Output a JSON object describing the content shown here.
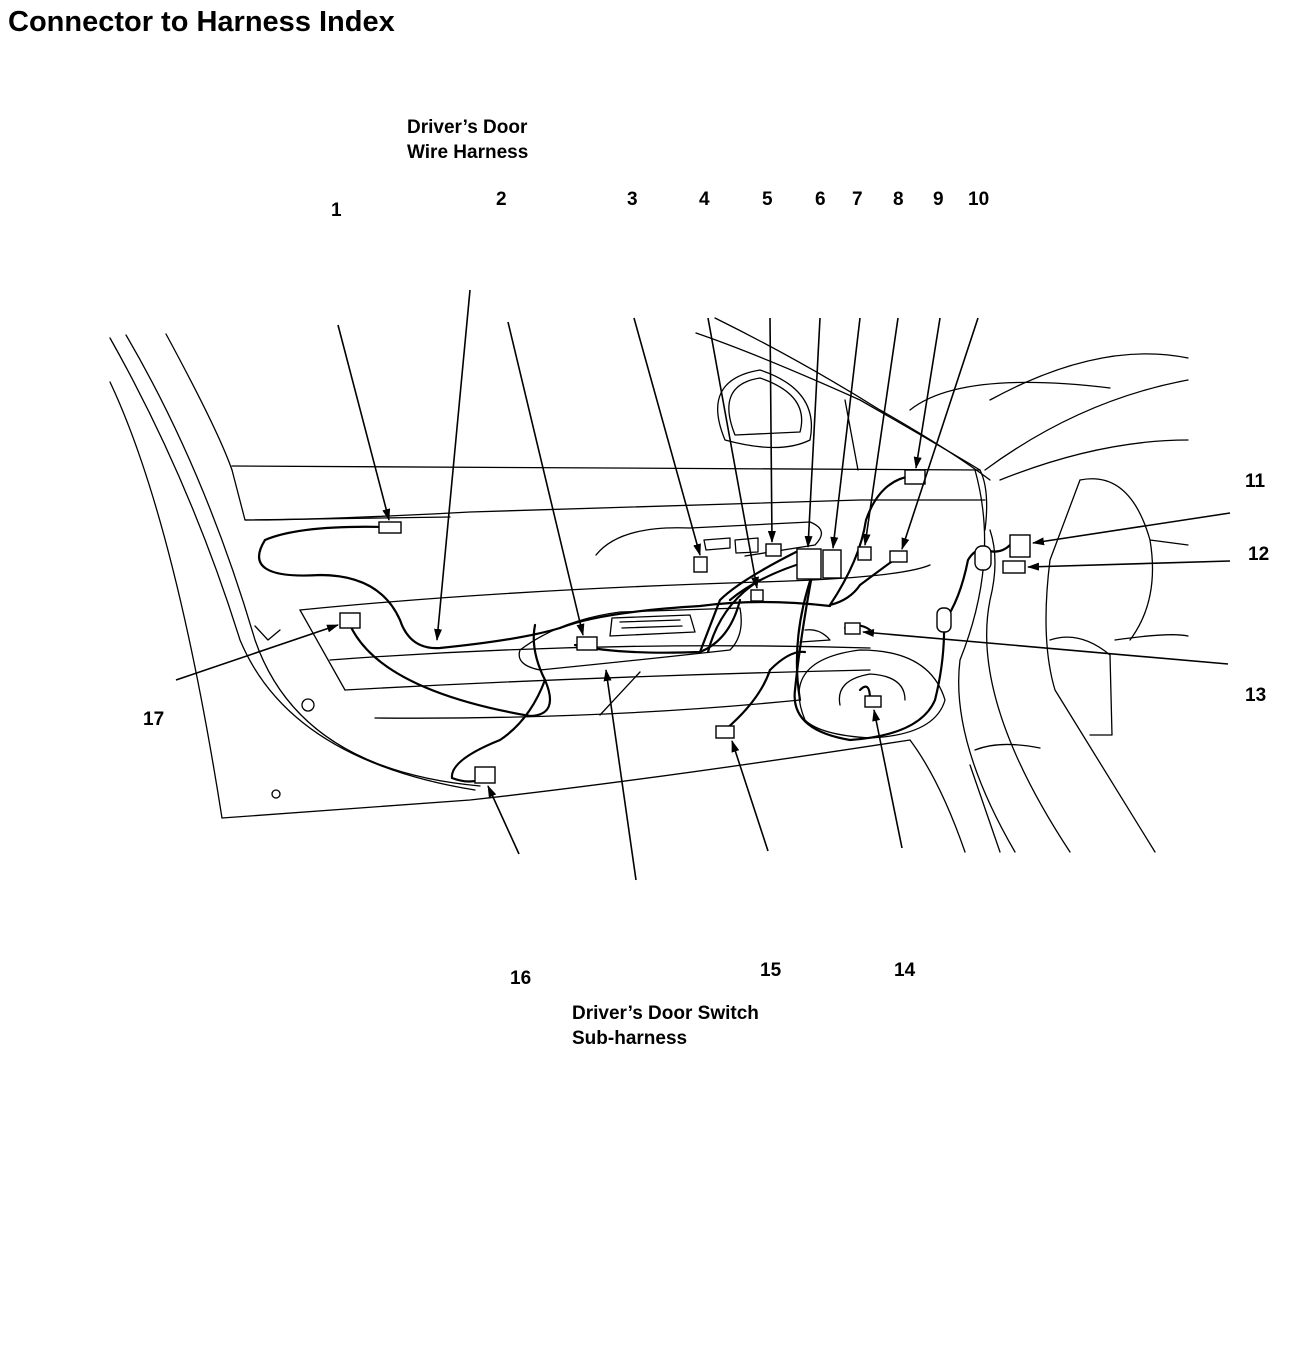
{
  "title": "Connector to Harness Index",
  "labels": {
    "door_wire_harness": [
      "Driver’s Door",
      "Wire Harness"
    ],
    "door_switch_subharness": [
      "Driver’s Door Switch",
      "Sub-harness"
    ]
  },
  "callouts": [
    "1",
    "2",
    "3",
    "4",
    "5",
    "6",
    "7",
    "8",
    "9",
    "10",
    "11",
    "12",
    "13",
    "14",
    "15",
    "16",
    "17"
  ]
}
